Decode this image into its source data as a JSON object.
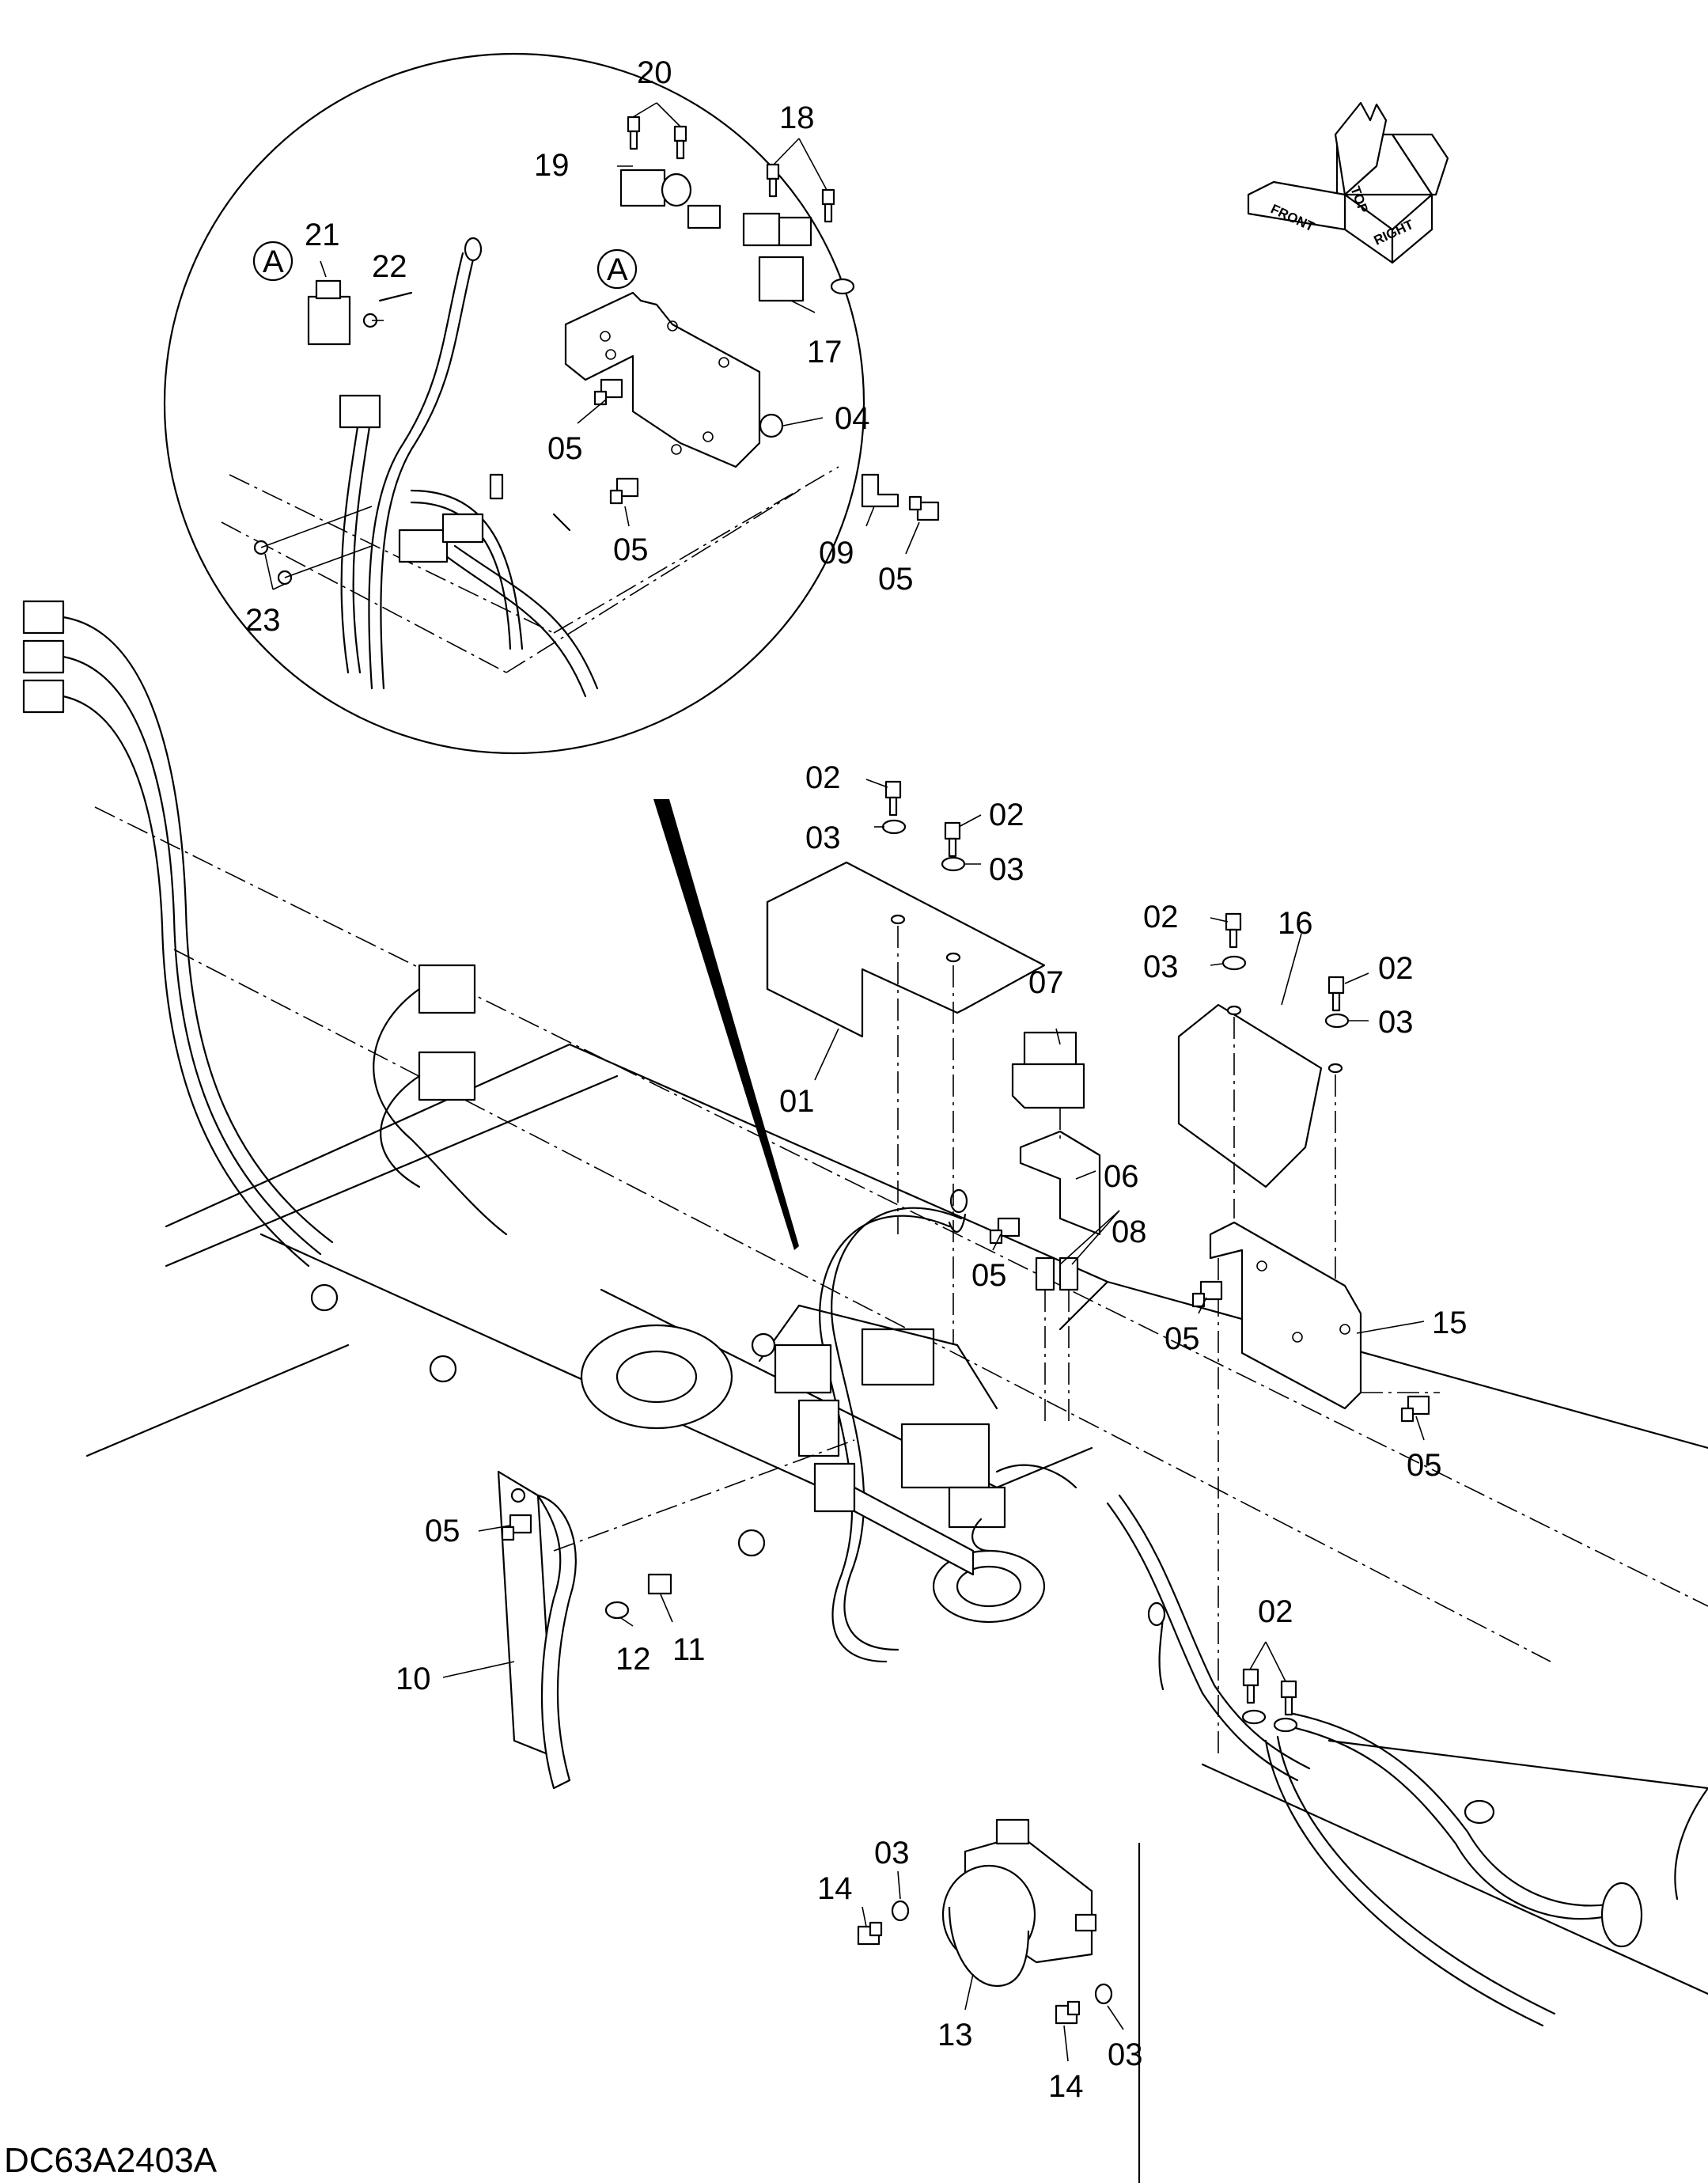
{
  "drawing_code": "DC63A2403A",
  "detail_marker": "A",
  "orientation": {
    "top": "TOP",
    "front": "FRONT",
    "right": "RIGHT"
  },
  "callouts": {
    "c01": "01",
    "c02a": "02",
    "c02b": "02",
    "c02c": "02",
    "c02d": "02",
    "c02e": "02",
    "c03a": "03",
    "c03b": "03",
    "c03c": "03",
    "c03d": "03",
    "c03e": "03",
    "c03f": "03",
    "c04": "04",
    "c05a": "05",
    "c05b": "05",
    "c05c": "05",
    "c05d": "05",
    "c05e": "05",
    "c05f": "05",
    "c05g": "05",
    "c06": "06",
    "c07": "07",
    "c08": "08",
    "c09": "09",
    "c10": "10",
    "c11": "11",
    "c12": "12",
    "c13": "13",
    "c14a": "14",
    "c14b": "14",
    "c15": "15",
    "c16": "16",
    "c17": "17",
    "c18": "18",
    "c19": "19",
    "c20": "20",
    "c21": "21",
    "c22": "22",
    "c23": "23"
  }
}
